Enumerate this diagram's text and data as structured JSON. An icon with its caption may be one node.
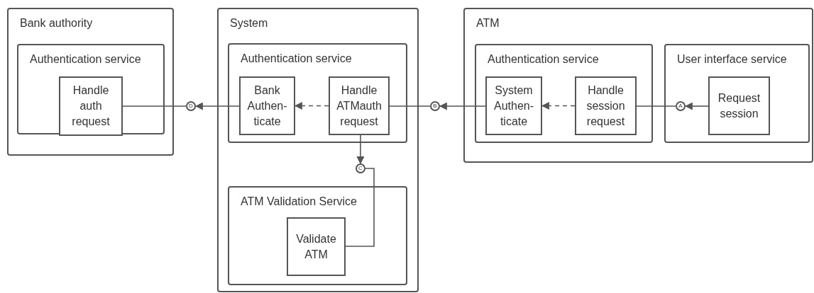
{
  "diagram": {
    "nodes": [
      {
        "text": [
          "Bank authority"
        ]
      },
      {
        "text": [
          "Authentication service"
        ],
        "in": 0
      },
      {
        "text": [
          "Handle auth request"
        ],
        "in": 1
      },
      {
        "text": [
          "System"
        ]
      },
      {
        "text": [
          "Authentication service"
        ],
        "in": 3
      },
      {
        "text": [
          "Bank Authen- ticate"
        ],
        "in": 4
      },
      {
        "text": [
          "Handle ATMauth request"
        ],
        "in": 4
      },
      {
        "text": [
          "ATM Validation Service"
        ],
        "in": 3
      },
      {
        "text": [
          "Validate ATM"
        ],
        "in": 7
      },
      {
        "text": [
          "ATM"
        ]
      },
      {
        "text": [
          "Authentication service"
        ],
        "in": 9
      },
      {
        "text": [
          "System Authen- ticate"
        ],
        "in": 10
      },
      {
        "text": [
          "Handle session request"
        ],
        "in": 10
      },
      {
        "text": [
          "User interface service"
        ],
        "in": 9
      },
      {
        "text": [
          "Request session"
        ],
        "in": 13
      },
      {
        "text": [
          "D"
        ]
      },
      {
        "text": [
          "B"
        ]
      },
      {
        "text": [
          "A"
        ],
        "in": 13
      },
      {
        "text": [
          "C"
        ],
        "in": 3
      }
    ],
    "edges": [
      {
        "from": 2,
        "to": 15,
        "arrow": "none"
      },
      {
        "from": 5,
        "to": 15,
        "arrow": "to"
      },
      {
        "from": 6,
        "to": 5,
        "arrow": "to",
        "style": "dashed"
      },
      {
        "from": 6,
        "to": 16,
        "arrow": "none"
      },
      {
        "from": 11,
        "to": 16,
        "arrow": "to"
      },
      {
        "from": 12,
        "to": 11,
        "arrow": "to",
        "style": "dashed"
      },
      {
        "from": 12,
        "to": 17,
        "arrow": "none"
      },
      {
        "from": 14,
        "to": 17,
        "arrow": "to"
      },
      {
        "from": 6,
        "to": 18,
        "arrow": "to"
      },
      {
        "from": 8,
        "to": 18,
        "arrow": "none"
      }
    ]
  }
}
